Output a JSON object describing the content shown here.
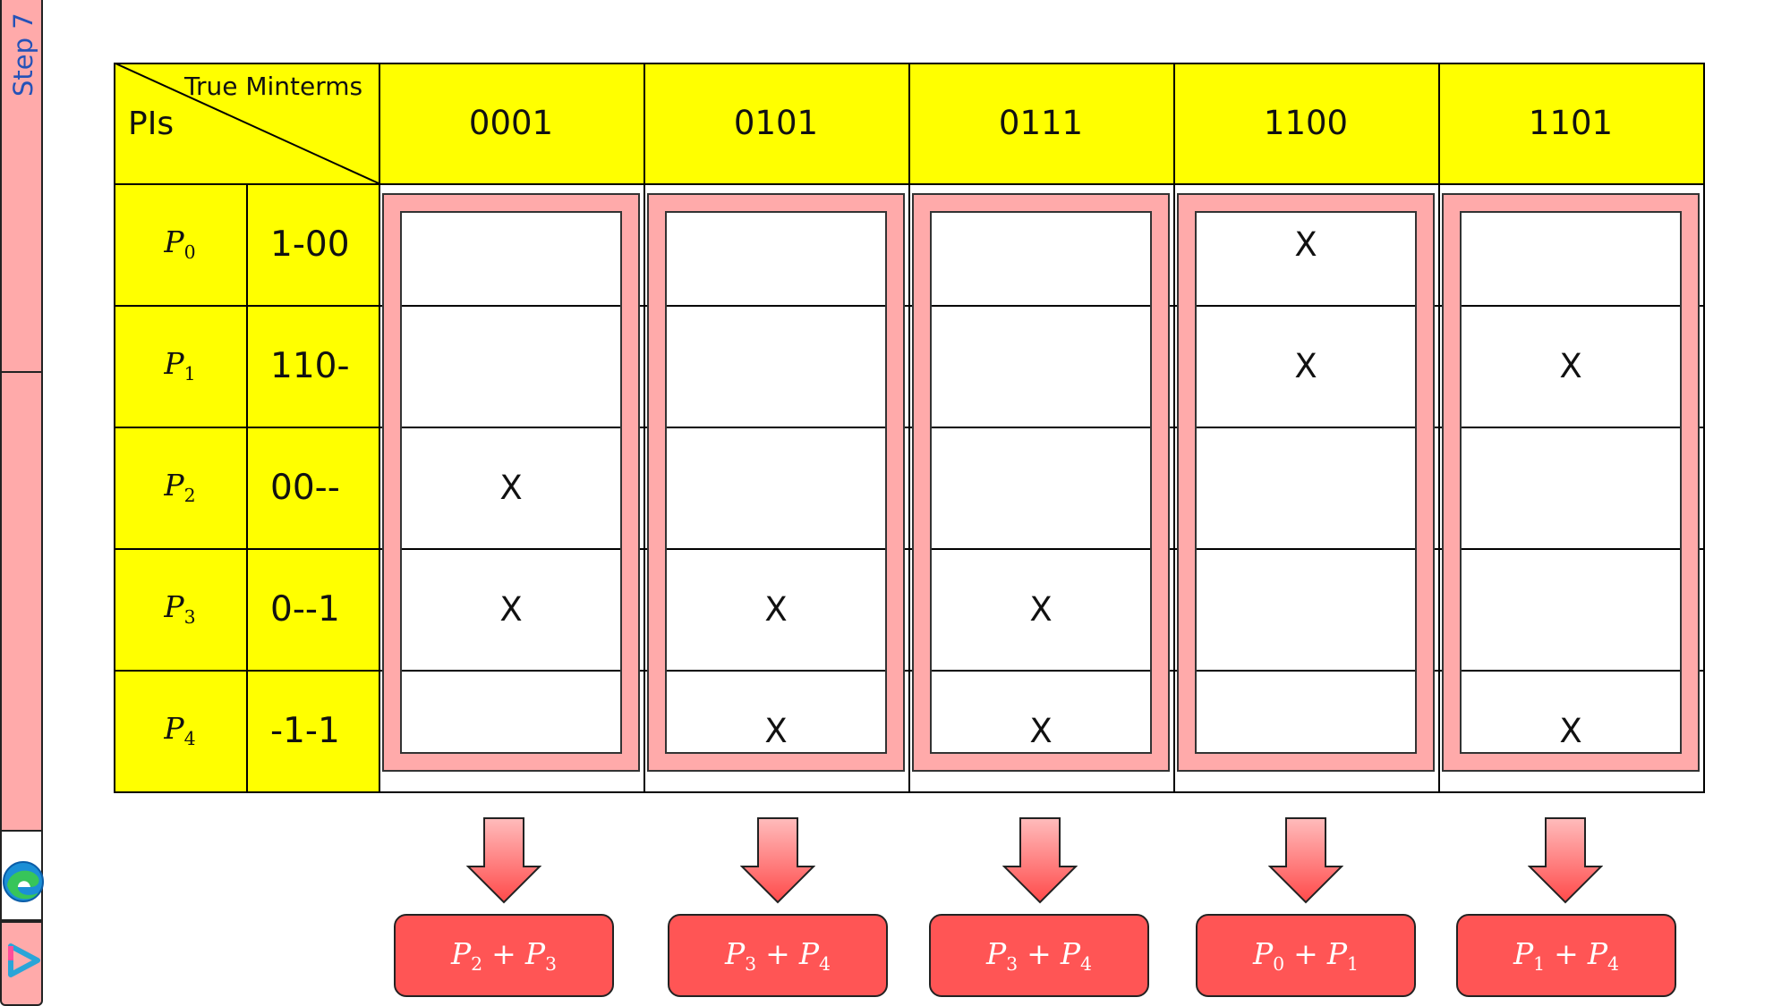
{
  "taskbar": {
    "step_label": "Step 7",
    "icons": [
      "edge-browser-icon",
      "app-logo-icon"
    ]
  },
  "table": {
    "corner_top": "True Minterms",
    "corner_bottom": "PIs",
    "minterms": [
      "0001",
      "0101",
      "0111",
      "1100",
      "1101"
    ],
    "rows": [
      {
        "name": "P",
        "sub": "0",
        "term": "1-00",
        "marks": [
          "",
          "",
          "",
          "X",
          ""
        ]
      },
      {
        "name": "P",
        "sub": "1",
        "term": "110-",
        "marks": [
          "",
          "",
          "",
          "X",
          "X"
        ]
      },
      {
        "name": "P",
        "sub": "2",
        "term": "00--",
        "marks": [
          "X",
          "",
          "",
          "",
          ""
        ]
      },
      {
        "name": "P",
        "sub": "3",
        "term": "0--1",
        "marks": [
          "X",
          "X",
          "X",
          "",
          ""
        ]
      },
      {
        "name": "P",
        "sub": "4",
        "term": "-1-1",
        "marks": [
          "",
          "X",
          "X",
          "",
          "X"
        ]
      }
    ]
  },
  "results": [
    {
      "a": "P",
      "a_sub": "2",
      "op": "+",
      "b": "P",
      "b_sub": "3"
    },
    {
      "a": "P",
      "a_sub": "3",
      "op": "+",
      "b": "P",
      "b_sub": "4"
    },
    {
      "a": "P",
      "a_sub": "3",
      "op": "+",
      "b": "P",
      "b_sub": "4"
    },
    {
      "a": "P",
      "a_sub": "0",
      "op": "+",
      "b": "P",
      "b_sub": "1"
    },
    {
      "a": "P",
      "a_sub": "1",
      "op": "+",
      "b": "P",
      "b_sub": "4"
    }
  ],
  "colors": {
    "header_fill": "#ffff00",
    "highlight_pink": "#ffaaaa",
    "result_red": "#ff5555",
    "step_text_blue": "#2452b8"
  }
}
